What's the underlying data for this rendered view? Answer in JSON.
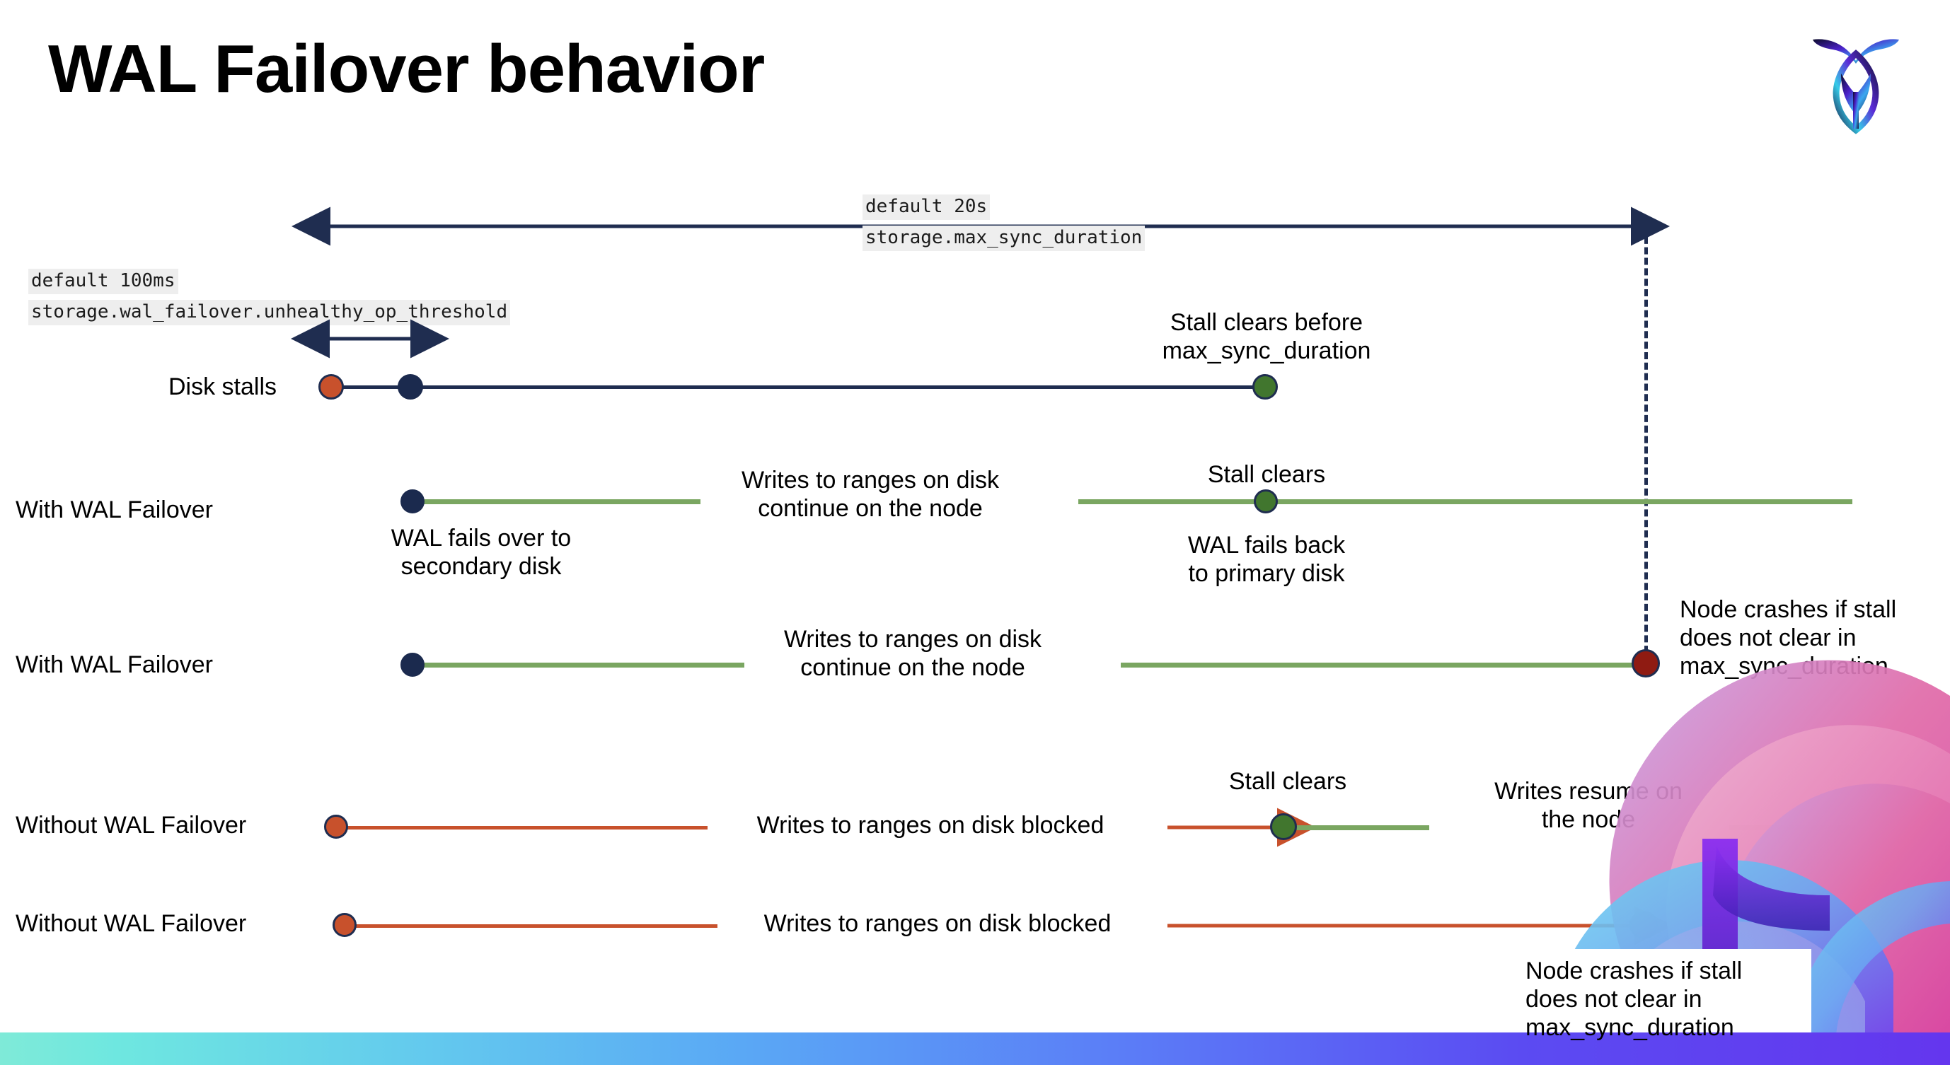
{
  "slide": {
    "title": "WAL Failover behavior",
    "logo_name": "cockroachdb-logo"
  },
  "settings": {
    "max_sync_duration": {
      "default_label": "default 20s",
      "name_label": "storage.max_sync_duration"
    },
    "unhealthy_op_threshold": {
      "default_label": "default 100ms",
      "name_label": "storage.wal_failover.unhealthy_op_threshold"
    }
  },
  "rows": [
    {
      "label": "Disk stalls",
      "notes": [
        "Stall clears before\nmax_sync_duration"
      ]
    },
    {
      "label": "With WAL Failover",
      "notes": [
        "WAL fails over to\nsecondary disk",
        "Writes to ranges on disk\ncontinue on the node",
        "Stall clears",
        "WAL fails  back\nto primary disk"
      ]
    },
    {
      "label": "With WAL Failover",
      "notes": [
        "Writes to ranges on disk\ncontinue on the node",
        "Node crashes if stall\ndoes not clear in\nmax_sync_duration"
      ]
    },
    {
      "label": "Without WAL Failover",
      "notes": [
        "Writes to ranges on disk  blocked",
        "Stall clears",
        "Writes resume on\nthe node"
      ]
    },
    {
      "label": "Without WAL Failover",
      "notes": [
        "Writes to ranges on disk  blocked",
        "Node crashes if stall\ndoes not clear in\nmax_sync_duration"
      ]
    }
  ],
  "colors": {
    "navy": "#1f2d50",
    "green_line": "#7aa661",
    "orange_line": "#c8512c",
    "dot_orange": "#c8512c",
    "dot_navy": "#1b2a4e",
    "dot_green": "#41762e",
    "dot_red": "#8f1b12",
    "code_bg": "#eeeeee",
    "bar_gradient_start": "#7fead8",
    "bar_gradient_end": "#6436ee"
  }
}
